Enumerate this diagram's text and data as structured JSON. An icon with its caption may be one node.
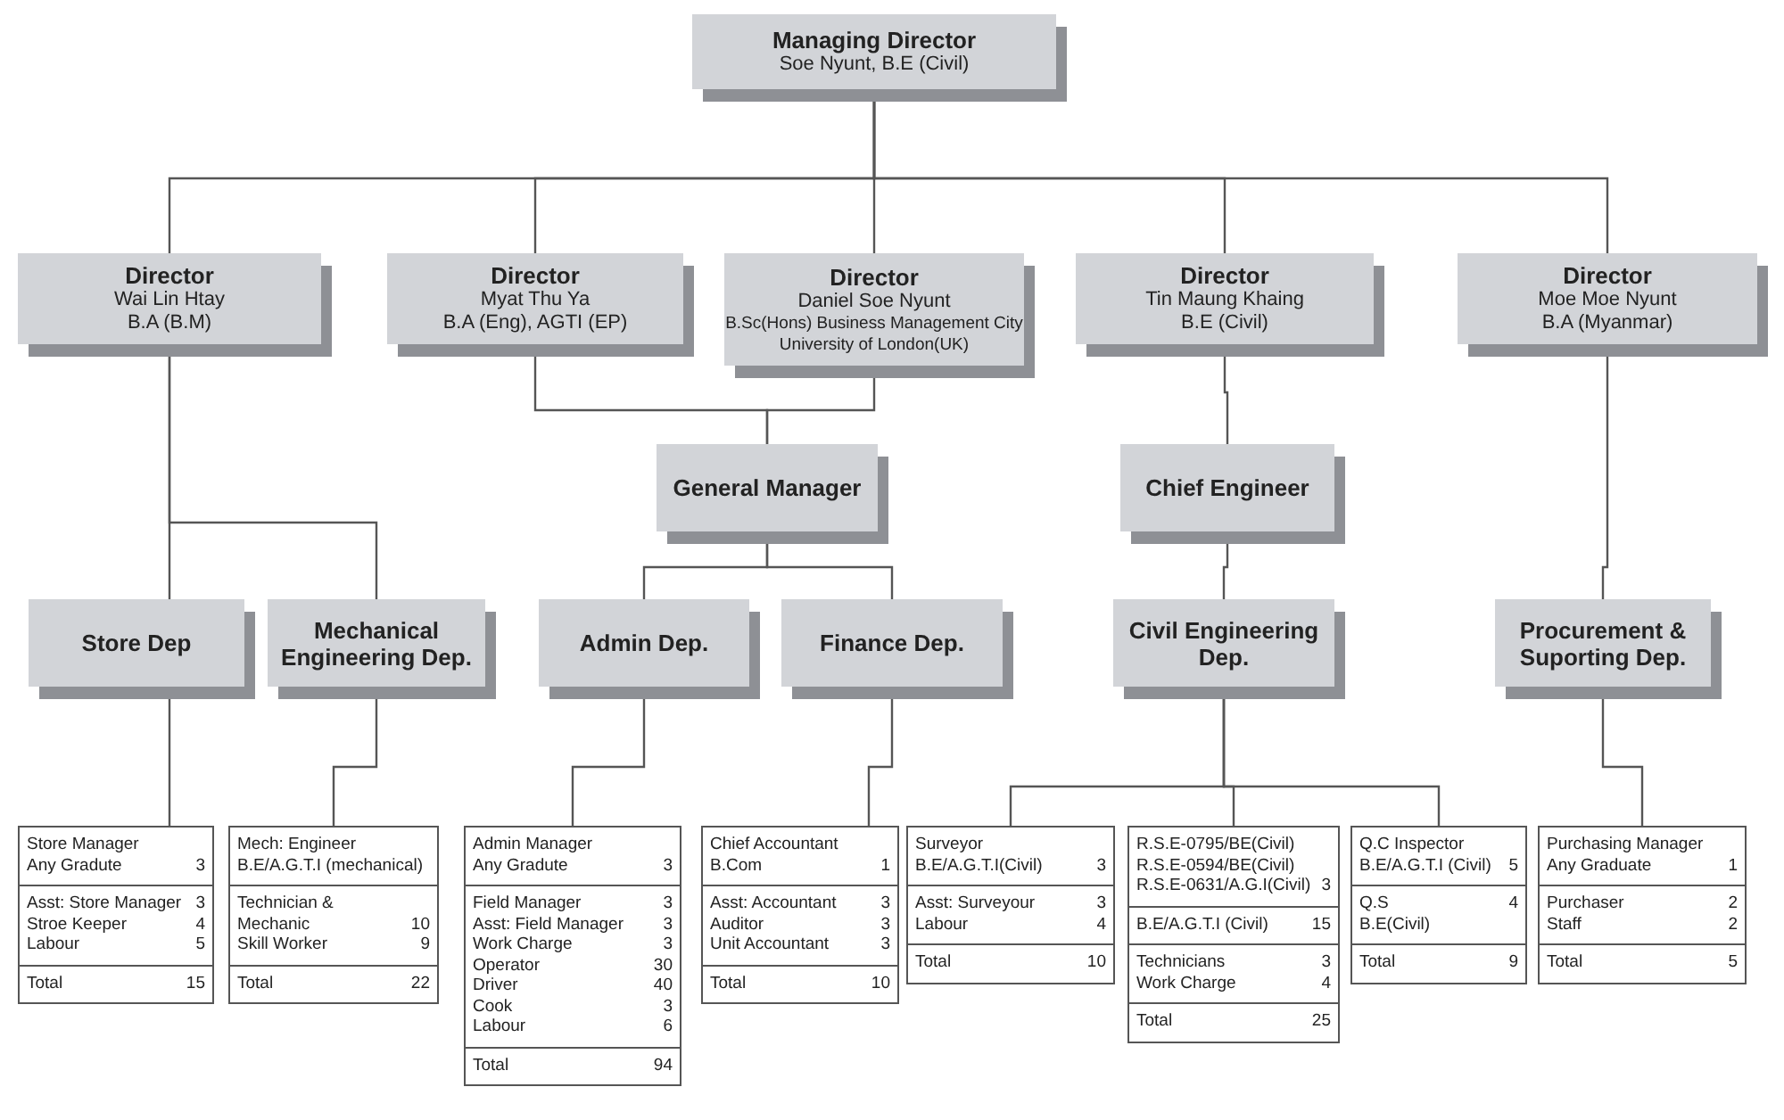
{
  "diagram": {
    "nodes": [
      {
        "text": [
          "Managing Director",
          "Soe Nyunt, B.E (Civil)"
        ]
      },
      {
        "text": [
          "Director",
          "Wai Lin Htay",
          "B.A (B.M)"
        ]
      },
      {
        "text": [
          "Director",
          "Myat Thu Ya",
          "B.A (Eng), AGTI (EP)"
        ]
      },
      {
        "text": [
          "Director",
          "Daniel Soe Nyunt",
          "B.Sc(Hons) Business Management City University of London(UK)"
        ]
      },
      {
        "text": [
          "Director",
          "Tin Maung Khaing",
          "B.E (Civil)"
        ]
      },
      {
        "text": [
          "Director",
          "Moe Moe Nyunt",
          "B.A (Myanmar)"
        ]
      },
      {
        "text": [
          "General Manager"
        ]
      },
      {
        "text": [
          "Chief Engineer"
        ]
      },
      {
        "text": [
          "Store Dep"
        ]
      },
      {
        "text": [
          "Mechanical Engineering Dep."
        ]
      },
      {
        "text": [
          "Admin Dep."
        ]
      },
      {
        "text": [
          "Finance Dep."
        ]
      },
      {
        "text": [
          "Civil Engineering Dep."
        ]
      },
      {
        "text": [
          "Procurement & Suporting Dep."
        ]
      },
      {
        "text": [
          "Store Manager",
          "Any Gradute",
          "3",
          "Asst: Store Manager",
          "3",
          "Stroe Keeper",
          "4",
          "Labour",
          "5",
          "Total",
          "15"
        ]
      },
      {
        "text": [
          "Mech: Engineer",
          "B.E/A.G.T.I (mechanical)",
          "Technician & Mechanic",
          "10",
          "Skill Worker",
          "9",
          "Total",
          "22"
        ]
      },
      {
        "text": [
          "Admin Manager",
          "Any Gradute",
          "3",
          "Field Manager",
          "3",
          "Asst: Field Manager",
          "3",
          "Work Charge",
          "3",
          "Operator",
          "30",
          "Driver",
          "40",
          "Cook",
          "3",
          "Labour",
          "6",
          "Total",
          "94"
        ]
      },
      {
        "text": [
          "Chief Accountant",
          "B.Com",
          "1",
          "Asst: Accountant",
          "3",
          "Auditor",
          "3",
          "Unit Accountant",
          "3",
          "Total",
          "10"
        ]
      },
      {
        "text": [
          "Surveyor",
          "B.E/A.G.T.I(Civil)",
          "3",
          "Asst: Surveyour",
          "3",
          "Labour",
          "4",
          "Total",
          "10"
        ]
      },
      {
        "text": [
          "R.S.E-0795/BE(Civil)",
          "R.S.E-0594/BE(Civil)",
          "R.S.E-0631/A.G.I(Civil)",
          "3",
          "B.E/A.G.T.I (Civil)",
          "15",
          "Technicians",
          "3",
          "Work Charge",
          "4",
          "Total",
          "25"
        ]
      },
      {
        "text": [
          "Q.C Inspector",
          "B.E/A.G.T.I (Civil)",
          "5",
          "Q.S",
          "4",
          "B.E(Civil)",
          "Total",
          "9"
        ]
      },
      {
        "text": [
          "Purchasing Manager",
          "Any Graduate",
          "1",
          "Purchaser",
          "2",
          "Staff",
          "2",
          "Total",
          "5"
        ]
      }
    ],
    "edges": [
      {
        "from": 0,
        "to": 1,
        "arrow": "none"
      },
      {
        "from": 0,
        "to": 2,
        "arrow": "none"
      },
      {
        "from": 0,
        "to": 3,
        "arrow": "none"
      },
      {
        "from": 0,
        "to": 4,
        "arrow": "none"
      },
      {
        "from": 0,
        "to": 5,
        "arrow": "none"
      },
      {
        "from": 2,
        "to": 6,
        "arrow": "none"
      },
      {
        "from": 3,
        "to": 6,
        "arrow": "none"
      },
      {
        "from": 4,
        "to": 7,
        "arrow": "none"
      },
      {
        "from": 1,
        "to": 8,
        "arrow": "none"
      },
      {
        "from": 1,
        "to": 9,
        "arrow": "none"
      },
      {
        "from": 6,
        "to": 10,
        "arrow": "none"
      },
      {
        "from": 6,
        "to": 11,
        "arrow": "none"
      },
      {
        "from": 7,
        "to": 12,
        "arrow": "none"
      },
      {
        "from": 5,
        "to": 13,
        "arrow": "none"
      },
      {
        "from": 8,
        "to": 14,
        "arrow": "none"
      },
      {
        "from": 9,
        "to": 15,
        "arrow": "none"
      },
      {
        "from": 10,
        "to": 16,
        "arrow": "none"
      },
      {
        "from": 11,
        "to": 17,
        "arrow": "none"
      },
      {
        "from": 12,
        "to": 18,
        "arrow": "none"
      },
      {
        "from": 12,
        "to": 19,
        "arrow": "none"
      },
      {
        "from": 12,
        "to": 20,
        "arrow": "none"
      },
      {
        "from": 13,
        "to": 21,
        "arrow": "none"
      }
    ]
  }
}
